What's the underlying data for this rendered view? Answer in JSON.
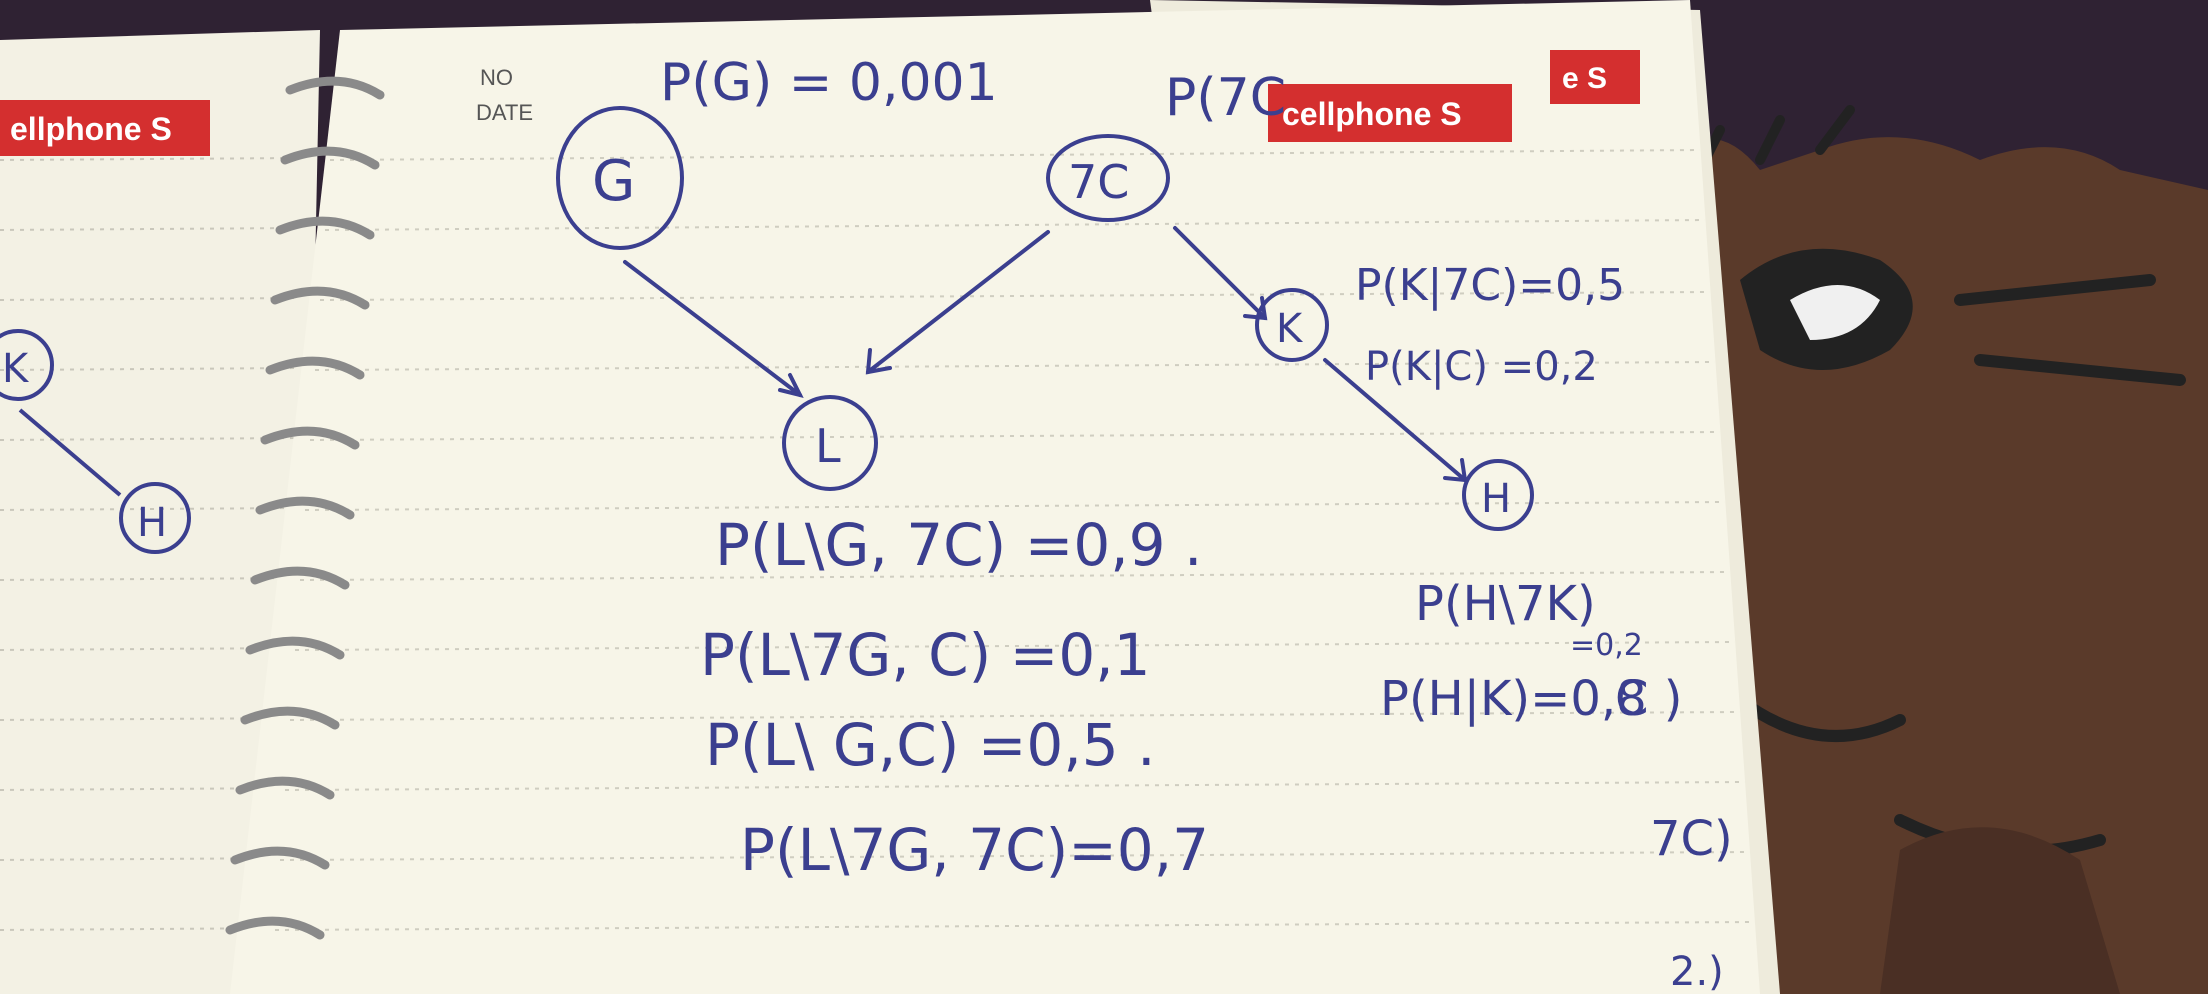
{
  "photo": {
    "labels": {
      "left_tab": "ellphone S",
      "center_tab": "cellphone S",
      "right_tab": "e S",
      "no": "NO",
      "date": "DATE"
    },
    "nodes": {
      "g": "G",
      "tc": "7C",
      "k": "K",
      "l": "L",
      "h": "H",
      "left_k": "K",
      "left_h": "H"
    },
    "notes": {
      "pg": "P(G) = 0,001",
      "ptc": "P(7C",
      "pk_tc": "P(K|7C)=0,5",
      "pk_c": "P(K|C) =0,2",
      "l1": "P(L\\G, 7C) =0,9 .",
      "l2": "P(L\\7G, C) =0,1",
      "l3": "P(L\\ G,C) =0,5 .",
      "l4": "P(L\\7G, 7C)=0,7",
      "ph_tk": "P(H\\7K)",
      "ph_tk_val": "=0,2",
      "ph_k": "P(H|K)=0,8",
      "frag_c": "C )",
      "frag_tc": "7C)",
      "frag_bottom": "2.)"
    },
    "colors": {
      "ink": "#3b3f8f",
      "paper": "#f7f5e8",
      "brand_red": "#d42f2f",
      "cat_brown": "#5a3a2a",
      "background_purple": "#2f2233"
    }
  }
}
